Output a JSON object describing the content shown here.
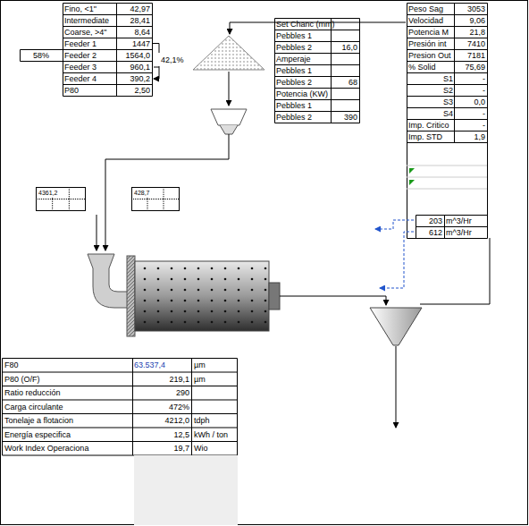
{
  "diagram": {
    "nodes": [
      {
        "text": [
          "4361,2"
        ]
      },
      {
        "text": [
          "428,7"
        ]
      }
    ],
    "labels": [
      "Fino, <1\"",
      "42,97",
      "Intermediate",
      "28,41",
      "Coarse, >4\"",
      "8,64",
      "Feeder 1",
      "1447",
      "Feeder 2",
      "1564,0",
      "Feeder 3",
      "960,1",
      "Feeder 4",
      "390,2",
      "P80",
      "2,50",
      "58%",
      "42,1%",
      "Set Chanc (mm)",
      "Pebbles 1",
      "Pebbles 2",
      "16,0",
      "Amperaje",
      "Pebbles 1",
      "Pebbles 2",
      "68",
      "Potencia (KW)",
      "Pebbles 1",
      "Pebbles 2",
      "390",
      "Peso Sag",
      "3053",
      "Velocidad",
      "9,06",
      "Potencia M",
      "21,8",
      "Presión int",
      "7410",
      "Presion Out",
      "7181",
      "% Solid",
      "75,69",
      "S1",
      "-",
      "S2",
      "-",
      "S3",
      "0,0",
      "S4",
      "-",
      "Imp. Critico",
      "-",
      "Imp. STD",
      "1,9",
      "203",
      "m^3/Hr",
      "612",
      "m^3/Hr",
      "F80",
      "63.537,4",
      "µm",
      "P80 (O/F)",
      "219,1",
      "µm",
      "Ratio reducción",
      "290",
      "Carga circulante",
      "472%",
      "Tonelaje a flotacion",
      "4212,0",
      "tdph",
      "Energía especifica",
      "12,5",
      "kWh / ton",
      "Work Index Operaciona",
      "19,7",
      "Wio"
    ]
  }
}
